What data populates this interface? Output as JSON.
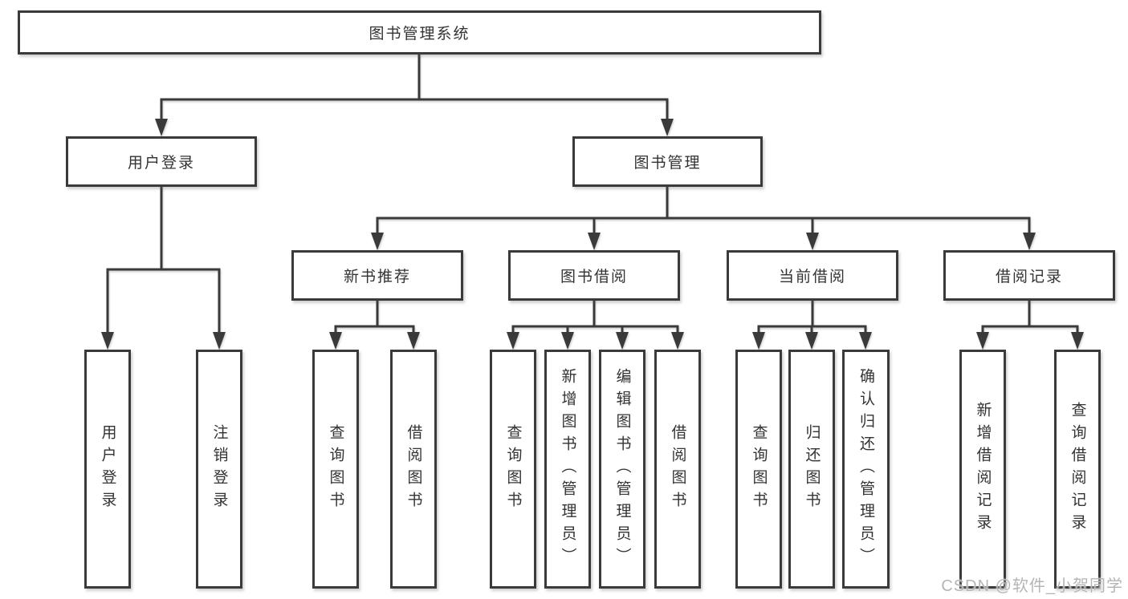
{
  "diagram": {
    "root": {
      "label": "图书管理系统"
    },
    "user_login": {
      "label": "用户登录",
      "children": {
        "login": {
          "label": "用户登录"
        },
        "logout": {
          "label": "注销登录"
        }
      }
    },
    "book_mgmt": {
      "label": "图书管理",
      "new_book": {
        "label": "新书推荐",
        "children": {
          "query": {
            "label": "查询图书"
          },
          "borrow": {
            "label": "借阅图书"
          }
        }
      },
      "borrow": {
        "label": "图书借阅",
        "children": {
          "query": {
            "label": "查询图书"
          },
          "add": {
            "label": "新增图书（管理员）"
          },
          "edit": {
            "label": "编辑图书（管理员）"
          },
          "borrow": {
            "label": "借阅图书"
          }
        }
      },
      "current": {
        "label": "当前借阅",
        "children": {
          "query": {
            "label": "查询图书"
          },
          "return": {
            "label": "归还图书"
          },
          "confirm": {
            "label": "确认归还（管理员）"
          }
        }
      },
      "records": {
        "label": "借阅记录",
        "children": {
          "add": {
            "label": "新增借阅记录"
          },
          "query": {
            "label": "查询借阅记录"
          }
        }
      }
    },
    "watermark": "CSDN @软件_小贺同学"
  }
}
